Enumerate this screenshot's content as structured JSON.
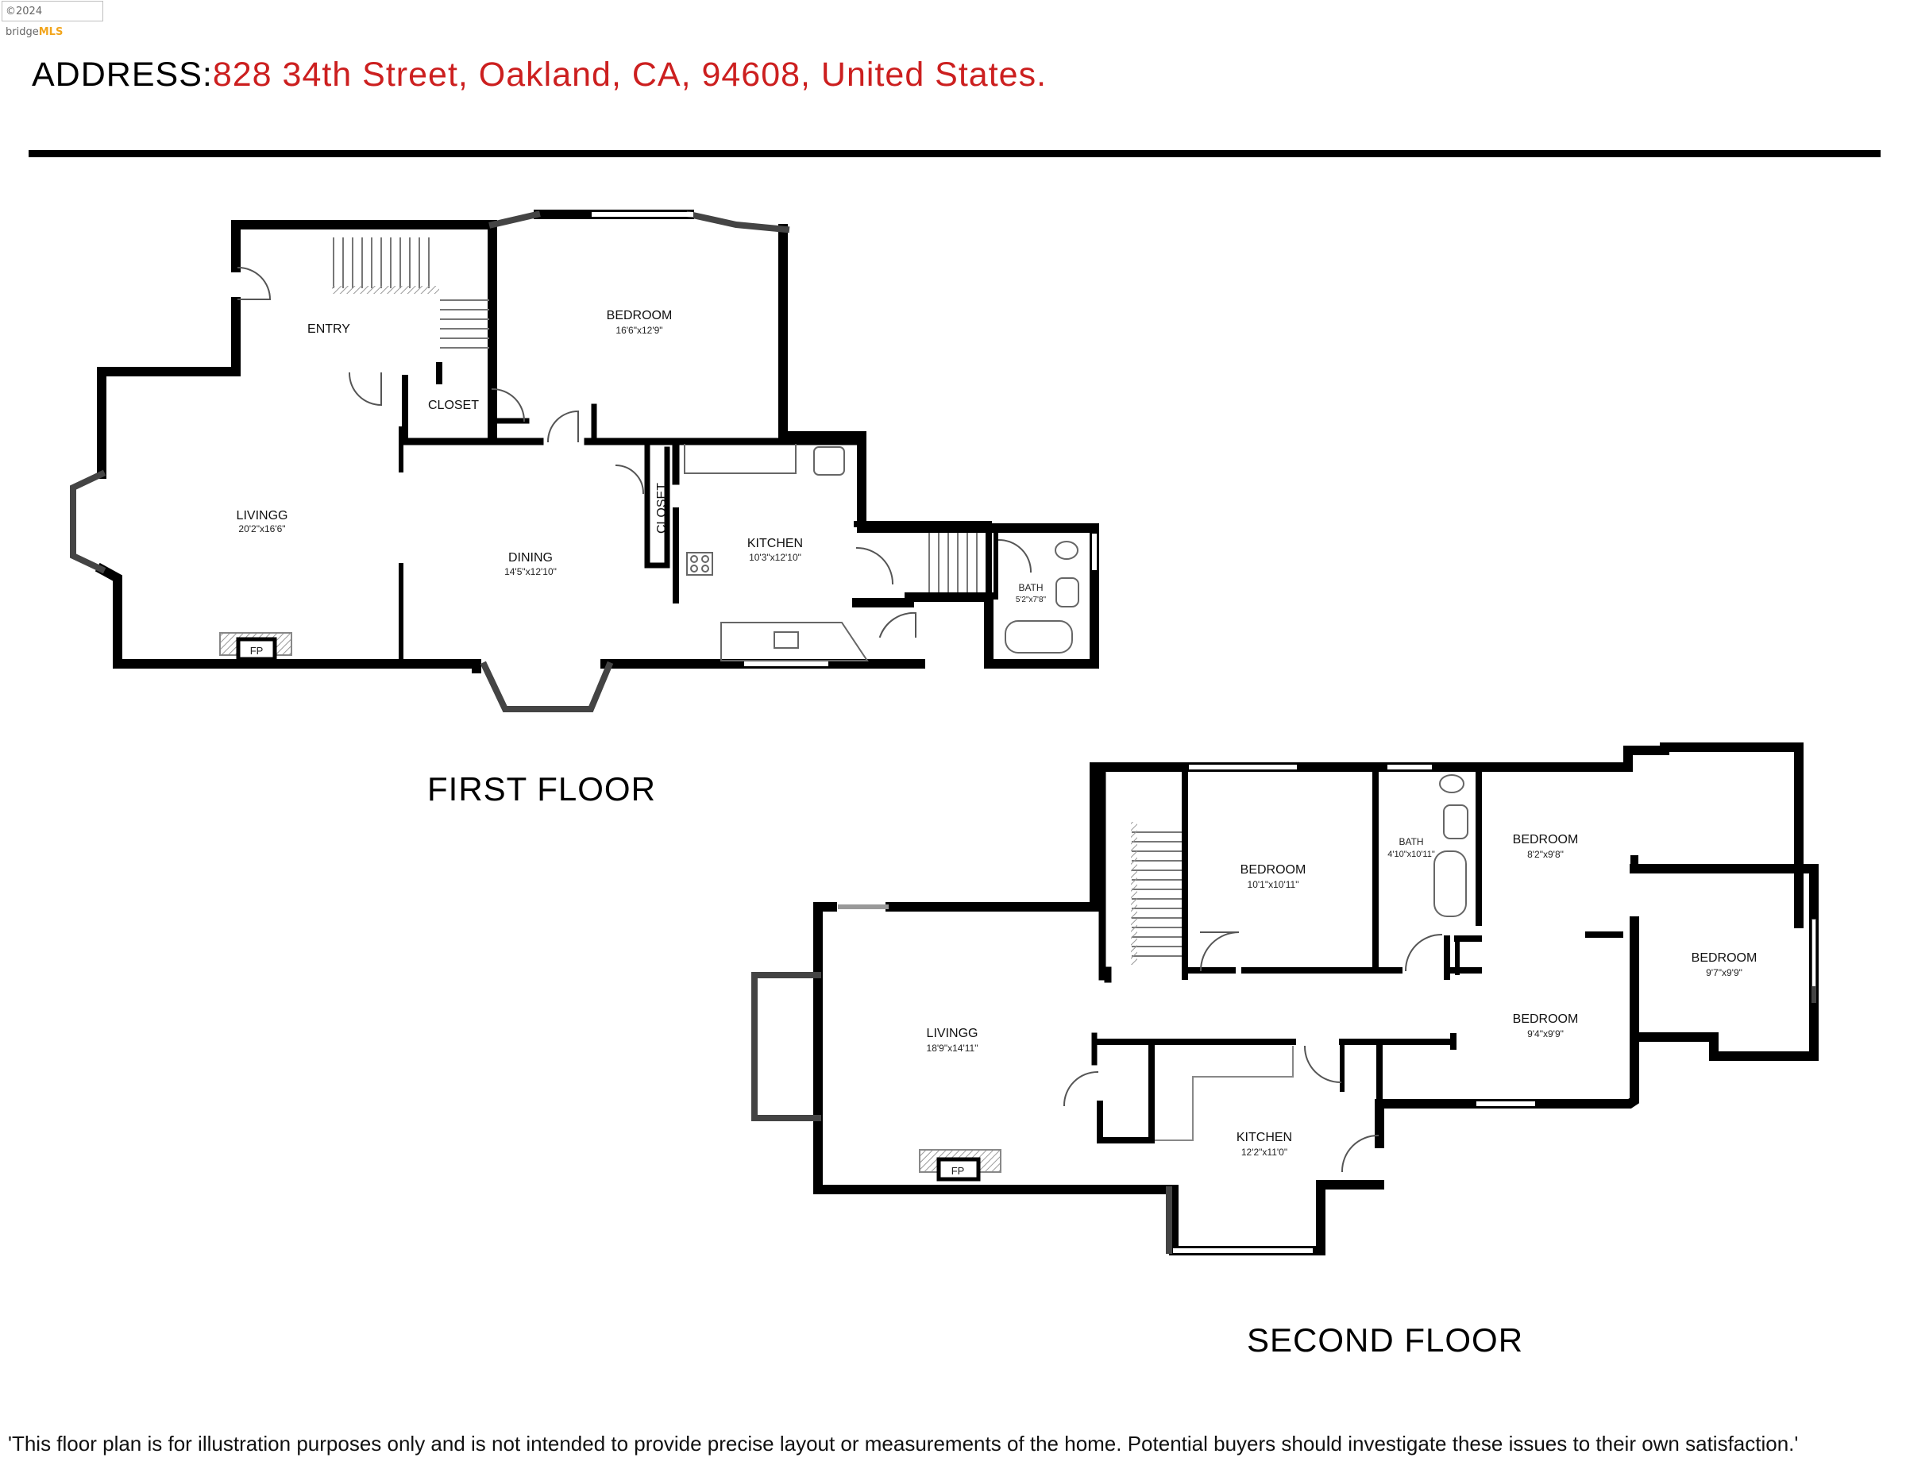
{
  "watermark": {
    "prefix": "©2024 bridge",
    "brand": "MLS"
  },
  "header": {
    "address_label": "ADDRESS:",
    "address_value": "828 34th Street, Oakland, CA, 94608, United States."
  },
  "floors": {
    "first": {
      "label": "FIRST FLOOR",
      "rooms": {
        "entry": {
          "name": "ENTRY"
        },
        "closet1": {
          "name": "CLOSET"
        },
        "bedroom": {
          "name": "BEDROOM",
          "dim": "16'6\"x12'9\""
        },
        "living": {
          "name": "LIVINGG",
          "dim": "20'2\"x16'6\""
        },
        "dining": {
          "name": "DINING",
          "dim": "14'5\"x12'10\""
        },
        "closet2": {
          "name": "CLOSET"
        },
        "kitchen": {
          "name": "KITCHEN",
          "dim": "10'3\"x12'10\""
        },
        "bath": {
          "name": "BATH",
          "dim": "5'2\"x7'8\""
        },
        "fp": {
          "name": "FP"
        }
      }
    },
    "second": {
      "label": "SECOND FLOOR",
      "rooms": {
        "bedroom_a": {
          "name": "BEDROOM",
          "dim": "10'1\"x10'11\""
        },
        "bath": {
          "name": "BATH",
          "dim": "4'10\"x10'11\""
        },
        "bedroom_b": {
          "name": "BEDROOM",
          "dim": "8'2\"x9'8\""
        },
        "bedroom_c": {
          "name": "BEDROOM",
          "dim": "9'7\"x9'9\""
        },
        "bedroom_d": {
          "name": "BEDROOM",
          "dim": "9'4\"x9'9\""
        },
        "living": {
          "name": "LIVINGG",
          "dim": "18'9\"x14'11\""
        },
        "kitchen": {
          "name": "KITCHEN",
          "dim": "12'2\"x11'0\""
        },
        "fp": {
          "name": "FP"
        }
      }
    }
  },
  "footer": {
    "disclaimer": "'This floor plan is for illustration purposes only and is not intended to provide precise layout or measurements of the home. Potential buyers should investigate these issues to their own satisfaction.'"
  }
}
